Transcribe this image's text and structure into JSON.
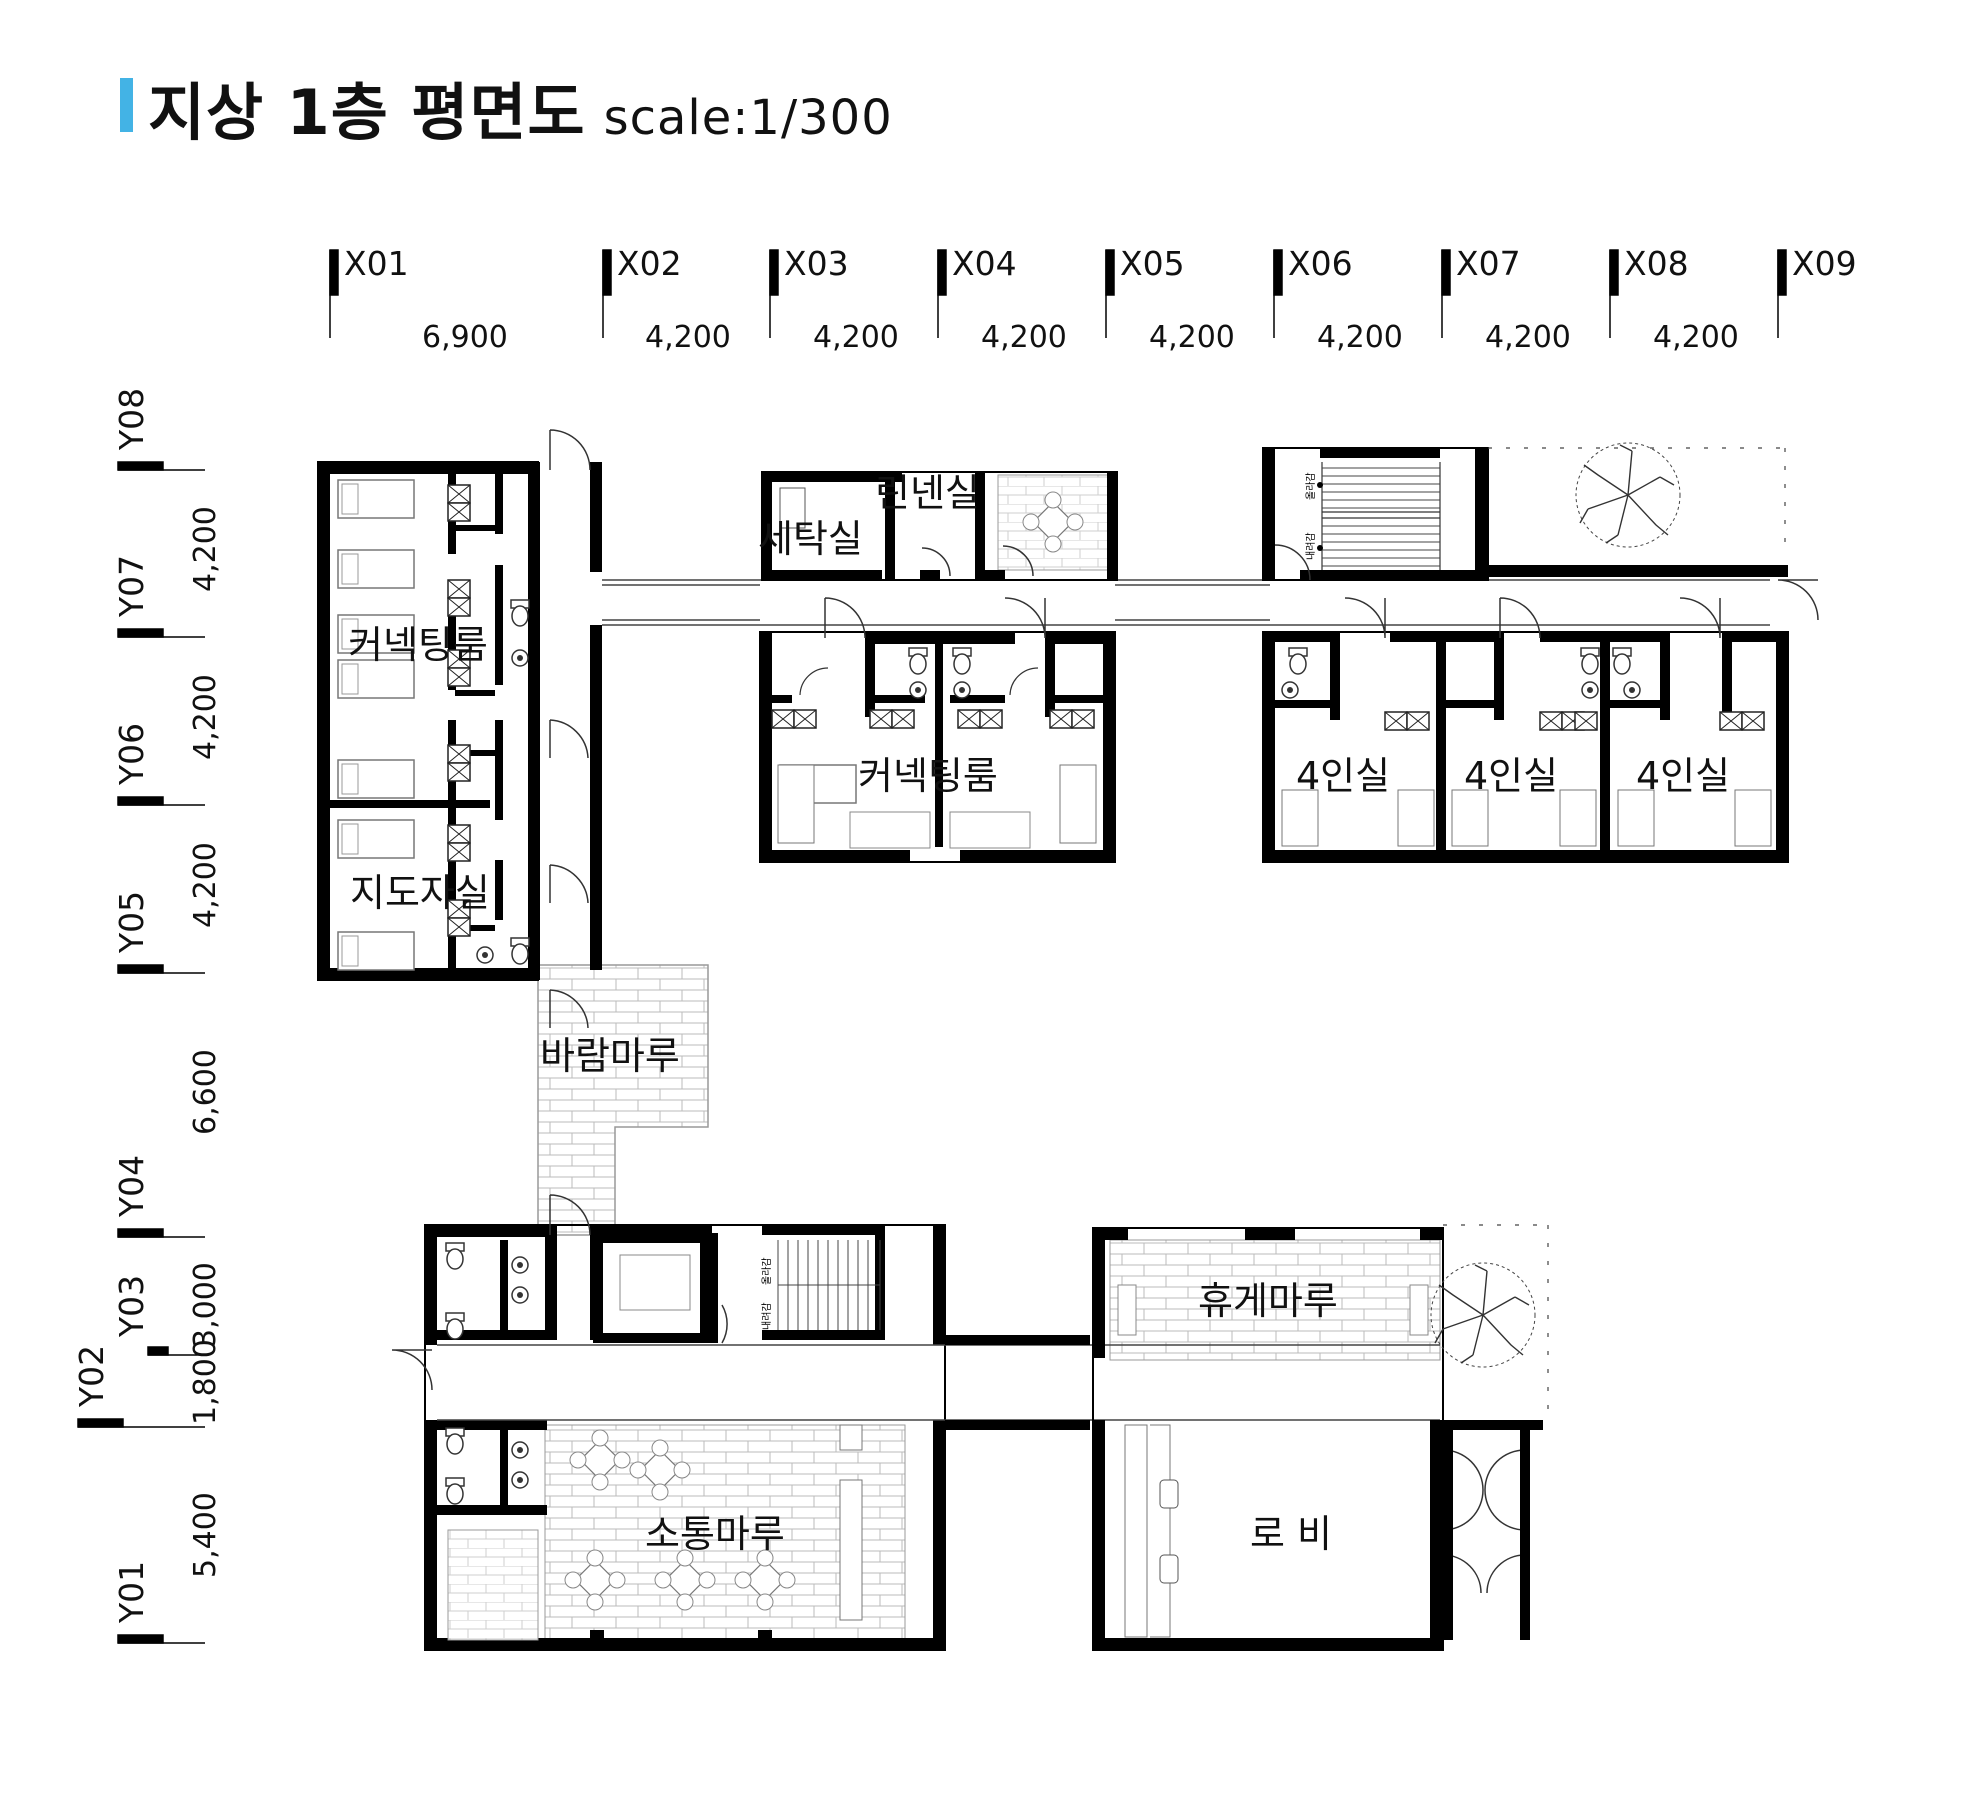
{
  "title": {
    "main": "지상 1층 평면도",
    "scale": "scale:1/300",
    "accent_color": "#43b3e5"
  },
  "grid_x": {
    "labels": [
      "X01",
      "X02",
      "X03",
      "X04",
      "X05",
      "X06",
      "X07",
      "X08",
      "X09"
    ],
    "spacings": [
      "6,900",
      "4,200",
      "4,200",
      "4,200",
      "4,200",
      "4,200",
      "4,200",
      "4,200"
    ]
  },
  "grid_y": {
    "labels": [
      "Y08",
      "Y07",
      "Y06",
      "Y05",
      "Y04",
      "Y03",
      "Y02",
      "Y01"
    ],
    "spacings": [
      "4,200",
      "4,200",
      "4,200",
      "6,600",
      "3,000",
      "1,800",
      "5,400"
    ]
  },
  "rooms": {
    "connecting_room_west": "커넥팅룸",
    "instructor_room": "지도자실",
    "linen_room": "린넨실",
    "laundry_room": "세탁실",
    "connecting_room_center": "커넥팅룸",
    "quad_room_1": "4인실",
    "quad_room_2": "4인실",
    "quad_room_3": "4인실",
    "wind_deck": "바람마루",
    "rest_deck": "휴게마루",
    "communication_deck": "소통마루",
    "lobby": "로 비"
  },
  "stair_labels": {
    "up": "올라감",
    "down": "내려감"
  },
  "colors": {
    "wall": "#000000",
    "line": "#555555",
    "paving": "#bbbbbb"
  }
}
